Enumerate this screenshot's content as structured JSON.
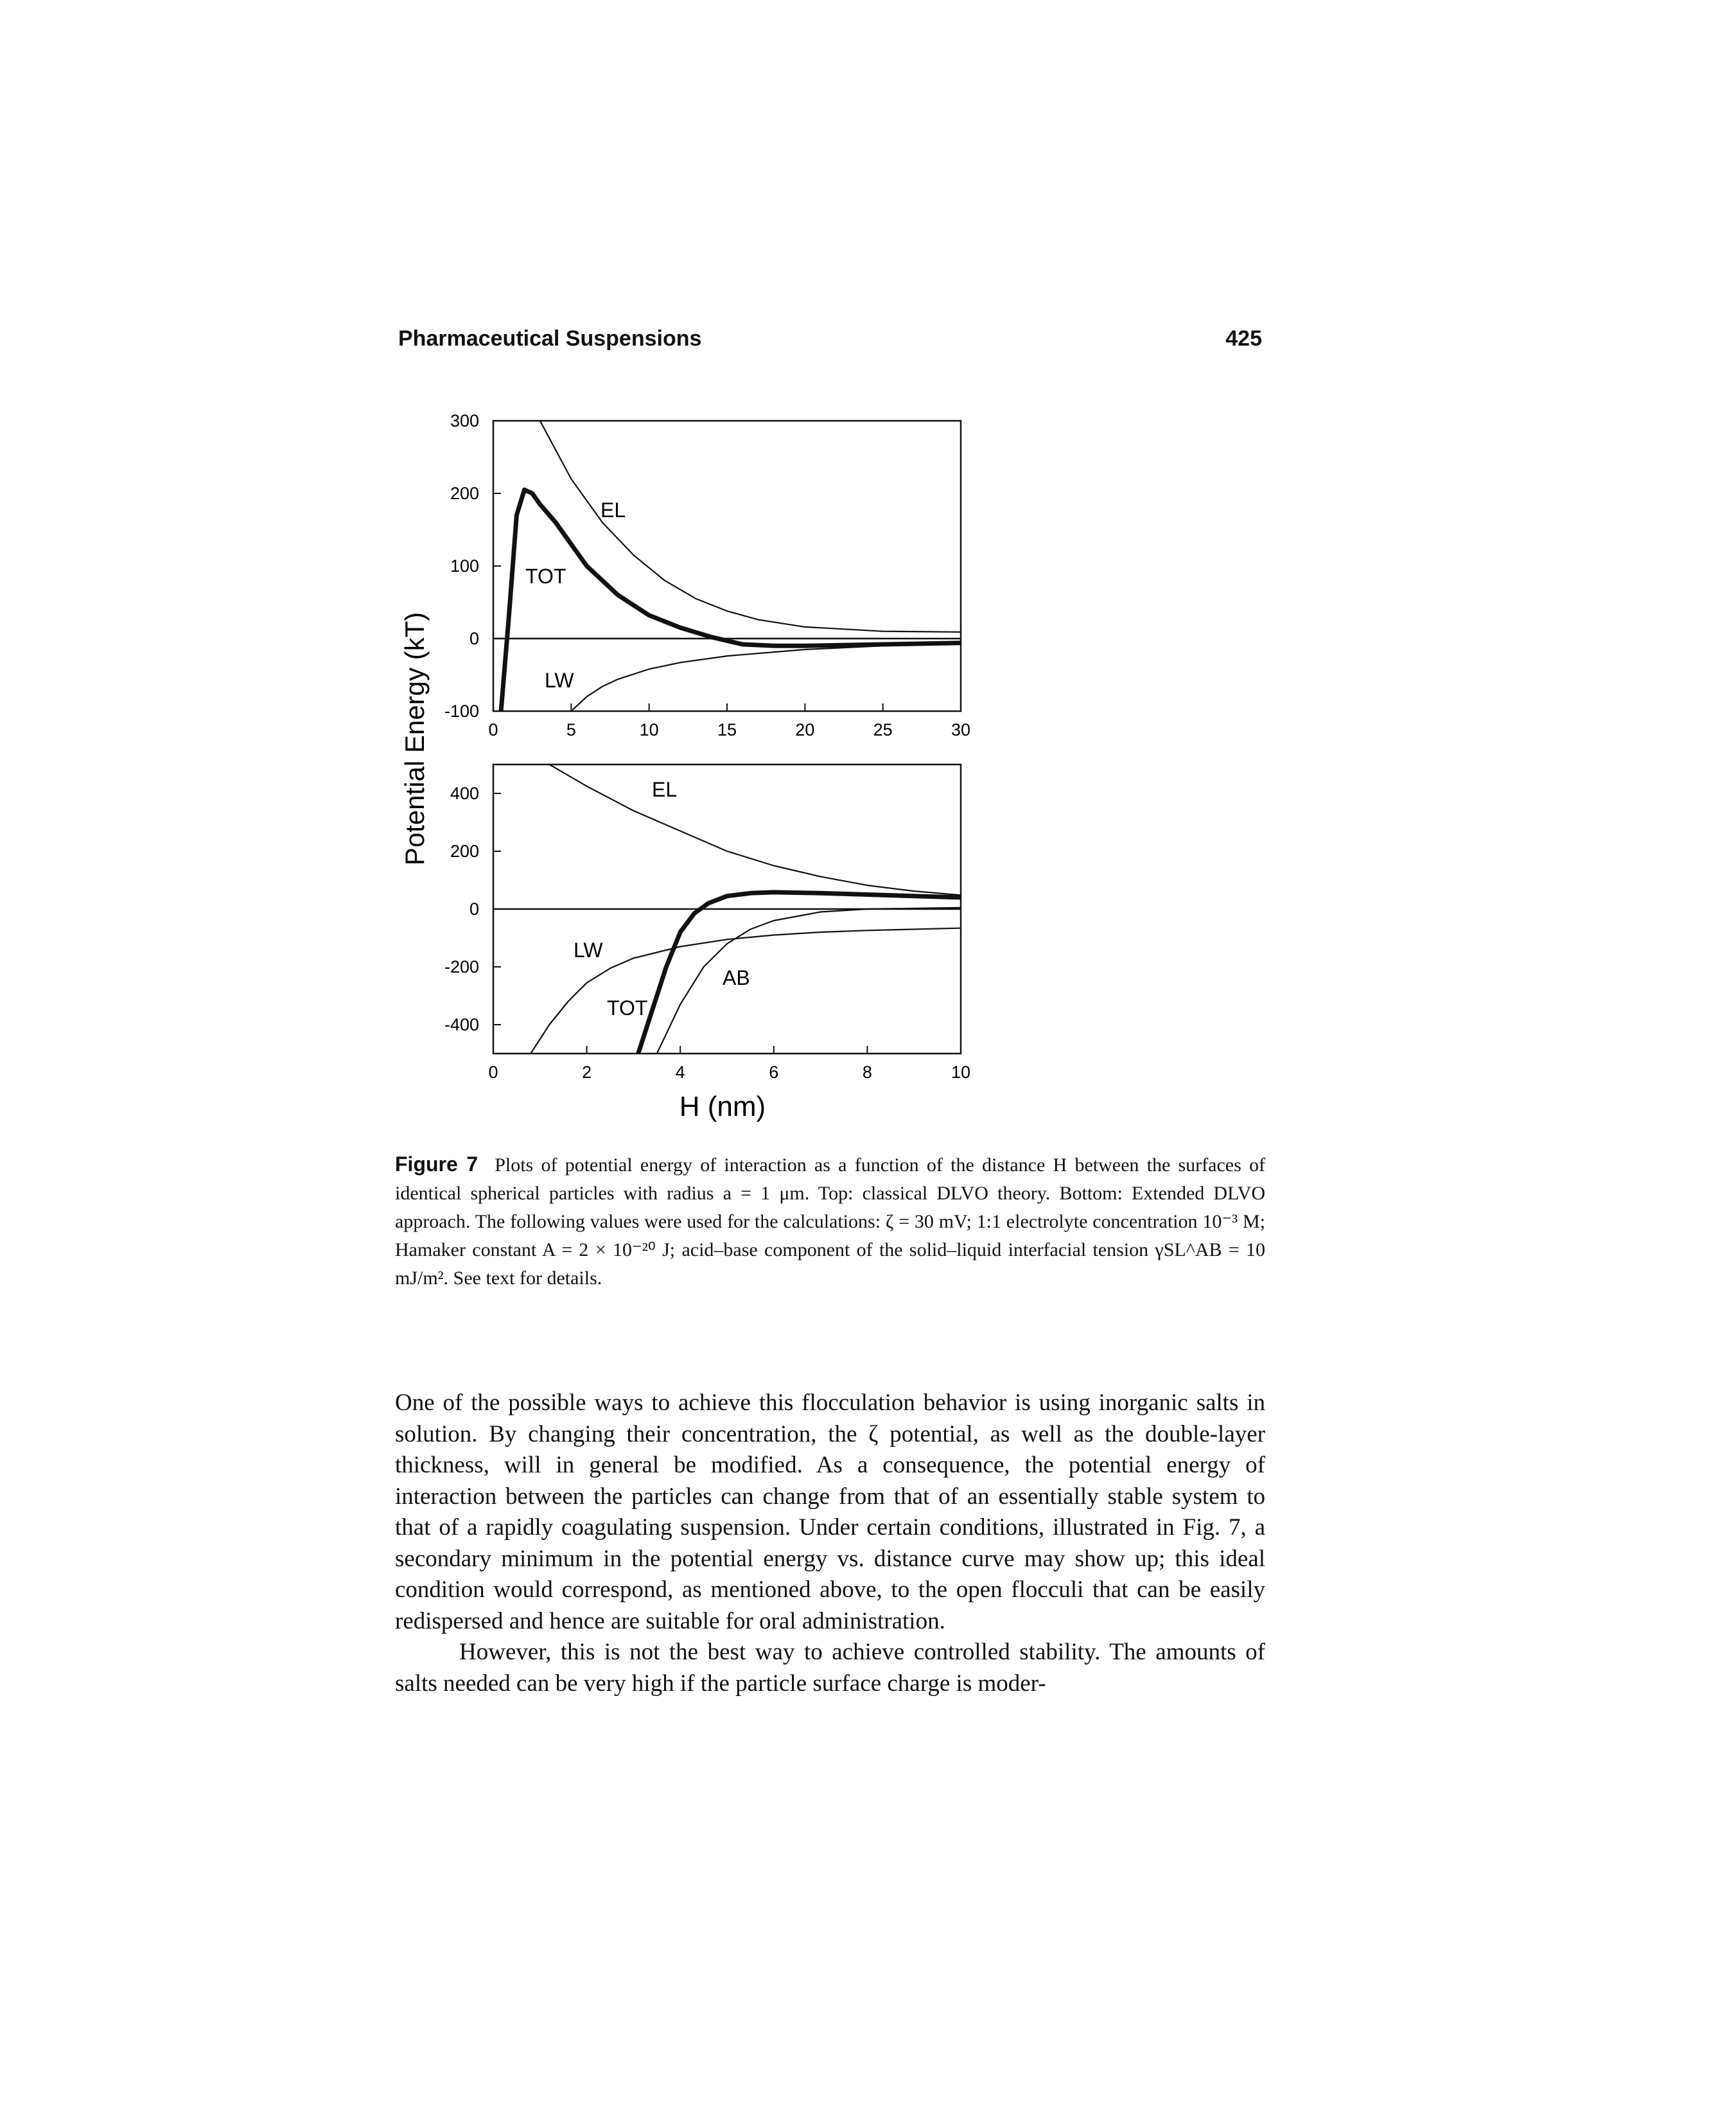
{
  "header": {
    "running_title": "Pharmaceutical Suspensions",
    "page_number": "425"
  },
  "figure": {
    "y_axis_label": "Potential Energy (kT)",
    "x_axis_label": "H (nm)"
  },
  "chart_data": [
    {
      "type": "line",
      "panel": "top",
      "xlim": [
        0,
        30
      ],
      "ylim": [
        -100,
        300
      ],
      "x_ticks": [
        "0",
        "5",
        "10",
        "15",
        "20",
        "25",
        "30"
      ],
      "y_ticks": [
        "300",
        "200",
        "100",
        "0",
        "-100"
      ],
      "series": [
        {
          "name": "EL",
          "x": [
            3,
            5,
            7,
            9,
            11,
            13,
            15,
            17,
            20,
            25,
            30
          ],
          "y": [
            300,
            220,
            160,
            115,
            80,
            55,
            38,
            26,
            16,
            10,
            9
          ]
        },
        {
          "name": "TOT",
          "x": [
            0.5,
            1,
            1.5,
            2,
            2.5,
            3,
            4,
            5,
            6,
            8,
            10,
            12,
            14,
            16,
            18,
            20,
            25,
            30
          ],
          "y": [
            -100,
            30,
            170,
            205,
            200,
            185,
            160,
            130,
            100,
            60,
            32,
            15,
            2,
            -8,
            -10,
            -10,
            -8,
            -6
          ]
        },
        {
          "name": "LW",
          "x": [
            5,
            6,
            7,
            8,
            10,
            12,
            15,
            20,
            25,
            30
          ],
          "y": [
            -100,
            -80,
            -66,
            -56,
            -42,
            -33,
            -24,
            -15,
            -10,
            -7
          ]
        }
      ]
    },
    {
      "type": "line",
      "panel": "bottom",
      "xlim": [
        0,
        10
      ],
      "ylim": [
        -500,
        500
      ],
      "x_ticks": [
        "0",
        "2",
        "4",
        "6",
        "8",
        "10"
      ],
      "y_ticks": [
        "400",
        "200",
        "0",
        "-200",
        "-400"
      ],
      "series": [
        {
          "name": "EL",
          "x": [
            1.2,
            2,
            3,
            4,
            5,
            6,
            7,
            8,
            9,
            10
          ],
          "y": [
            500,
            425,
            340,
            270,
            200,
            150,
            112,
            82,
            62,
            48
          ]
        },
        {
          "name": "LW",
          "x": [
            0.8,
            1.2,
            1.6,
            2,
            2.5,
            3,
            4,
            5,
            6,
            7,
            8,
            10
          ],
          "y": [
            -500,
            -400,
            -320,
            -255,
            -205,
            -170,
            -130,
            -105,
            -90,
            -80,
            -74,
            -66
          ]
        },
        {
          "name": "AB",
          "x": [
            3.5,
            4,
            4.5,
            5,
            5.5,
            6,
            7,
            8,
            10
          ],
          "y": [
            -500,
            -330,
            -200,
            -120,
            -70,
            -40,
            -10,
            0,
            5
          ]
        },
        {
          "name": "TOT",
          "x": [
            3.1,
            3.4,
            3.7,
            4,
            4.3,
            4.6,
            5,
            5.5,
            6,
            7,
            8,
            10
          ],
          "y": [
            -500,
            -350,
            -200,
            -80,
            -15,
            20,
            45,
            55,
            58,
            55,
            50,
            40
          ]
        }
      ]
    }
  ],
  "caption": {
    "label": "Figure 7",
    "text": "Plots of potential energy of interaction as a function of the distance H between the surfaces of identical spherical particles with radius a = 1 μm. Top: classical DLVO theory. Bottom: Extended DLVO approach. The following values were used for the calculations: ζ = 30 mV; 1:1 electrolyte concentration 10⁻³ M; Hamaker constant A = 2 × 10⁻²⁰ J; acid–base component of the solid–liquid interfacial tension γSL^AB = 10 mJ/m². See text for details."
  },
  "body": {
    "paragraph_1": "One of the possible ways to achieve this flocculation behavior is using inorganic salts in solution. By changing their concentration, the ζ potential, as well as the double-layer thickness, will in general be modified. As a consequence, the potential energy of interaction between the particles can change from that of an essentially stable system to that of a rapidly coagulating suspension. Under certain conditions, illustrated in Fig. 7, a secondary minimum in the potential energy vs. distance curve may show up; this ideal condition would correspond, as mentioned above, to the open flocculi that can be easily redispersed and hence are suitable for oral administration.",
    "paragraph_2": "However, this is not the best way to achieve controlled stability. The amounts of salts needed can be very high if the particle surface charge is moder-"
  }
}
